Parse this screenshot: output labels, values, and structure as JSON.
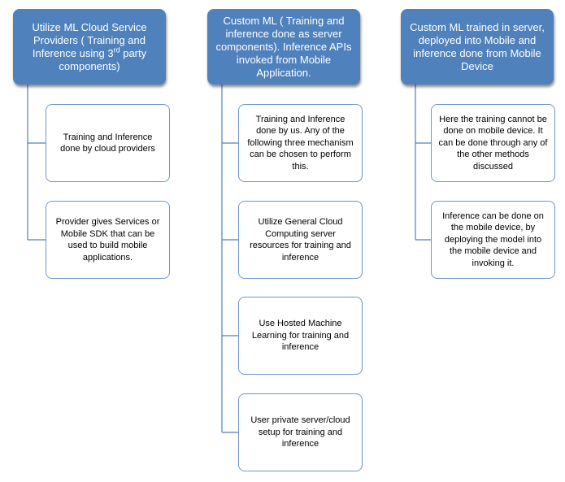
{
  "columns": [
    {
      "header_pre": "Utilize ML Cloud Service Providers ( Training and Inference using 3",
      "header_sup": "rd",
      "header_post": " party components)",
      "items": [
        "Training and Inference done by cloud providers",
        "Provider gives Services or Mobile SDK that can be used to build mobile applications."
      ]
    },
    {
      "header": "Custom ML ( Training and inference done as server components). Inference APIs invoked from Mobile Application.",
      "items": [
        "Training and Inference done by us. Any of the following three mechanism can be chosen to perform this.",
        "Utilize General Cloud Computing server resources for training and inference",
        "Use Hosted Machine Learning for training and inference",
        "User private server/cloud setup for training and inference"
      ]
    },
    {
      "header": "Custom ML trained in server, deployed into Mobile and inference done from Mobile Device",
      "items": [
        "Here the training cannot be done on mobile device. It can be done through any of the other methods discussed",
        "Inference can be done on the mobile device, by deploying the model into the mobile device and invoking it."
      ]
    }
  ]
}
